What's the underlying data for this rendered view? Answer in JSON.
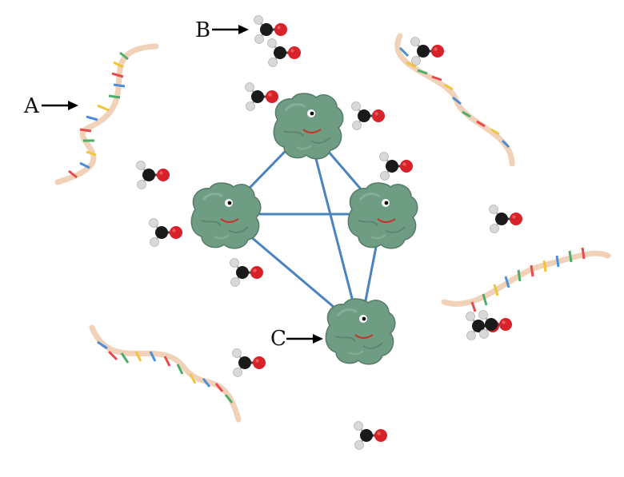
{
  "labels": {
    "a": "A",
    "b": "B",
    "c": "C"
  },
  "colors": {
    "background": "#ffffff",
    "protein_fill": "#6f9d83",
    "protein_dark": "#557c66",
    "crosslink": "#4a84bf",
    "dna_backbone": "#f1d2b8",
    "base_pair_colors": [
      "#e64b4b",
      "#f0c53a",
      "#4cae6a",
      "#4a8fd8"
    ],
    "carbon": "#1a1a1a",
    "oxygen": "#d8222a",
    "hydrogen": "#d9d9d9",
    "arrow": "#000000"
  },
  "icons": {
    "molecule": "formaldehyde-molecule-icon",
    "protein": "protein-blob-icon",
    "dna": "dna-strand-icon"
  }
}
